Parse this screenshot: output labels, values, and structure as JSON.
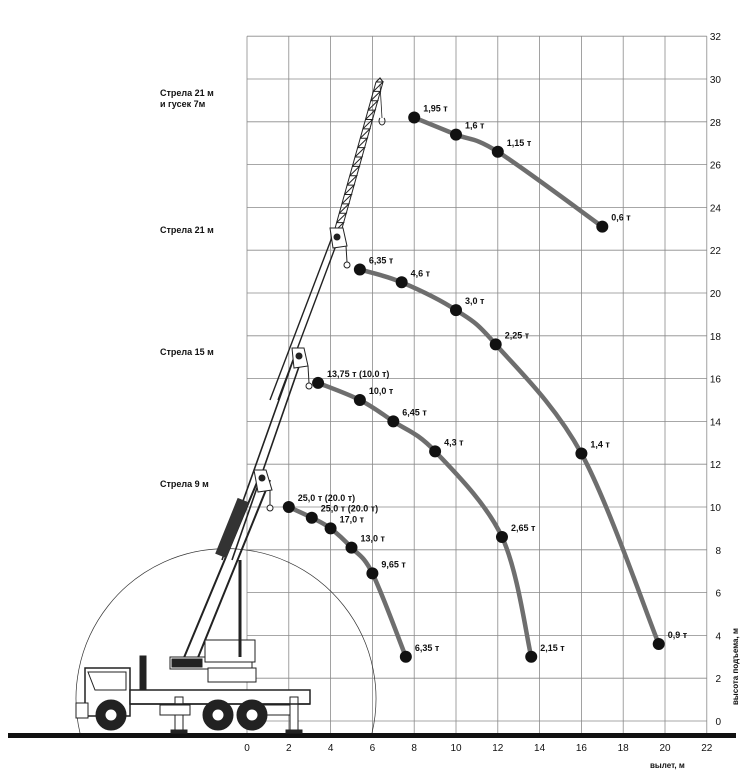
{
  "x_axis": {
    "label": "вылет, м",
    "ticks": [
      "0",
      "2",
      "4",
      "6",
      "8",
      "10",
      "12",
      "14",
      "16",
      "18",
      "20",
      "22"
    ]
  },
  "y_axis": {
    "label": "высота подъема, м",
    "ticks": [
      "0",
      "2",
      "4",
      "6",
      "8",
      "10",
      "12",
      "14",
      "16",
      "18",
      "20",
      "22",
      "24",
      "26",
      "28",
      "30",
      "32"
    ]
  },
  "boom_labels": [
    {
      "id": "jib",
      "lines": [
        "Стрела 21 м",
        "и гусек 7м"
      ]
    },
    {
      "id": "b21",
      "lines": [
        "Стрела 21 м"
      ]
    },
    {
      "id": "b15",
      "lines": [
        "Стрела 15 м"
      ]
    },
    {
      "id": "b9",
      "lines": [
        "Стрела 9 м"
      ]
    }
  ],
  "colors": {
    "grid": "#8a8a8a",
    "curve": "#6e6e6e",
    "point": "#111111",
    "crane": "#222222"
  },
  "chart_data": {
    "type": "line",
    "xlim": [
      0,
      22
    ],
    "ylim": [
      0,
      32
    ],
    "grid": true,
    "series": [
      {
        "name": "Стрела 9 м",
        "points": [
          {
            "x": 2.0,
            "y": 10.0,
            "label": "25,0 т (20.0 т)"
          },
          {
            "x": 3.1,
            "y": 9.5,
            "label": "25,0 т (20.0 т)"
          },
          {
            "x": 4.0,
            "y": 9.0,
            "label": "17,0 т"
          },
          {
            "x": 5.0,
            "y": 8.1,
            "label": "13,0 т"
          },
          {
            "x": 6.0,
            "y": 6.9,
            "label": "9,65 т"
          },
          {
            "x": 7.6,
            "y": 3.0,
            "label": "6,35 т"
          }
        ]
      },
      {
        "name": "Стрела 15 м",
        "points": [
          {
            "x": 3.4,
            "y": 15.8,
            "label": "13,75 т (10.0 т)"
          },
          {
            "x": 5.4,
            "y": 15.0,
            "label": "10,0 т"
          },
          {
            "x": 7.0,
            "y": 14.0,
            "label": "6,45 т"
          },
          {
            "x": 9.0,
            "y": 12.6,
            "label": "4,3 т"
          },
          {
            "x": 12.2,
            "y": 8.6,
            "label": "2,65 т"
          },
          {
            "x": 13.6,
            "y": 3.0,
            "label": "2,15 т"
          }
        ]
      },
      {
        "name": "Стрела 21 м",
        "points": [
          {
            "x": 5.4,
            "y": 21.1,
            "label": "6,35 т"
          },
          {
            "x": 7.4,
            "y": 20.5,
            "label": "4,6 т"
          },
          {
            "x": 10.0,
            "y": 19.2,
            "label": "3,0 т"
          },
          {
            "x": 11.9,
            "y": 17.6,
            "label": "2,25 т"
          },
          {
            "x": 16.0,
            "y": 12.5,
            "label": "1,4 т"
          },
          {
            "x": 19.7,
            "y": 3.6,
            "label": "0,9 т"
          }
        ]
      },
      {
        "name": "Стрела 21 м и гусек 7м",
        "points": [
          {
            "x": 8.0,
            "y": 28.2,
            "label": "1,95 т"
          },
          {
            "x": 10.0,
            "y": 27.4,
            "label": "1,6 т"
          },
          {
            "x": 12.0,
            "y": 26.6,
            "label": "1,15 т"
          },
          {
            "x": 17.0,
            "y": 23.1,
            "label": "0,6 т"
          }
        ]
      }
    ]
  }
}
